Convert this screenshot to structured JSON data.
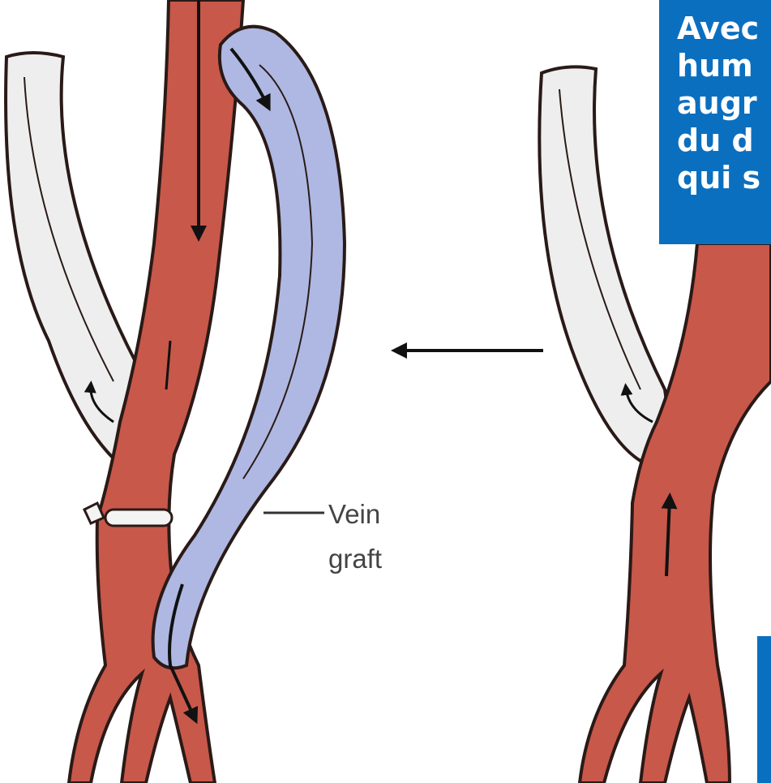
{
  "labels": {
    "vein_graft_line1": "Vein",
    "vein_graft_line2": "graft"
  },
  "callouts": {
    "top_text": "Avec\nhum\naugr\ndu d\nqui s",
    "bottom_text": ""
  },
  "colors": {
    "artery": "#c8584a",
    "artery_outline": "#2a1a17",
    "vein_graft": "#aeb8e2",
    "white_vessel": "#eeeeee",
    "callout_bg": "#0b6fbf",
    "ligature": "#f4f4f4"
  }
}
